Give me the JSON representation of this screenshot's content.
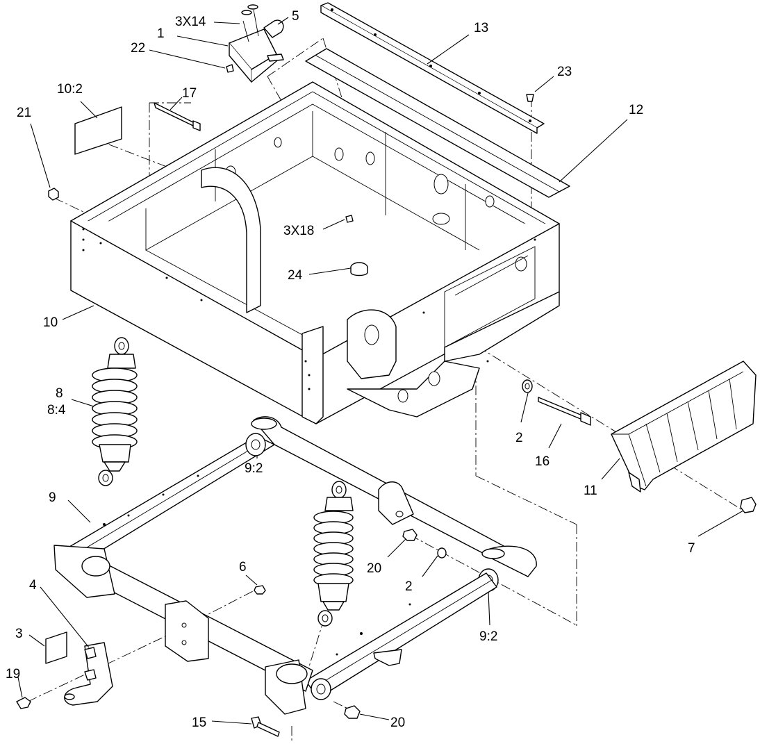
{
  "diagram": {
    "callouts": {
      "c1": "1",
      "c2a": "2",
      "c2b": "2",
      "c3": "3",
      "c3x14": "3X14",
      "c3x18": "3X18",
      "c4": "4",
      "c5": "5",
      "c6": "6",
      "c7": "7",
      "c8": "8",
      "c8_4": "8:4",
      "c9": "9",
      "c9_2a": "9:2",
      "c9_2b": "9:2",
      "c10": "10",
      "c10_2": "10:2",
      "c11": "11",
      "c12": "12",
      "c13": "13",
      "c15": "15",
      "c16": "16",
      "c17": "17",
      "c19": "19",
      "c20a": "20",
      "c20b": "20",
      "c21": "21",
      "c22": "22",
      "c23": "23",
      "c24": "24"
    }
  }
}
